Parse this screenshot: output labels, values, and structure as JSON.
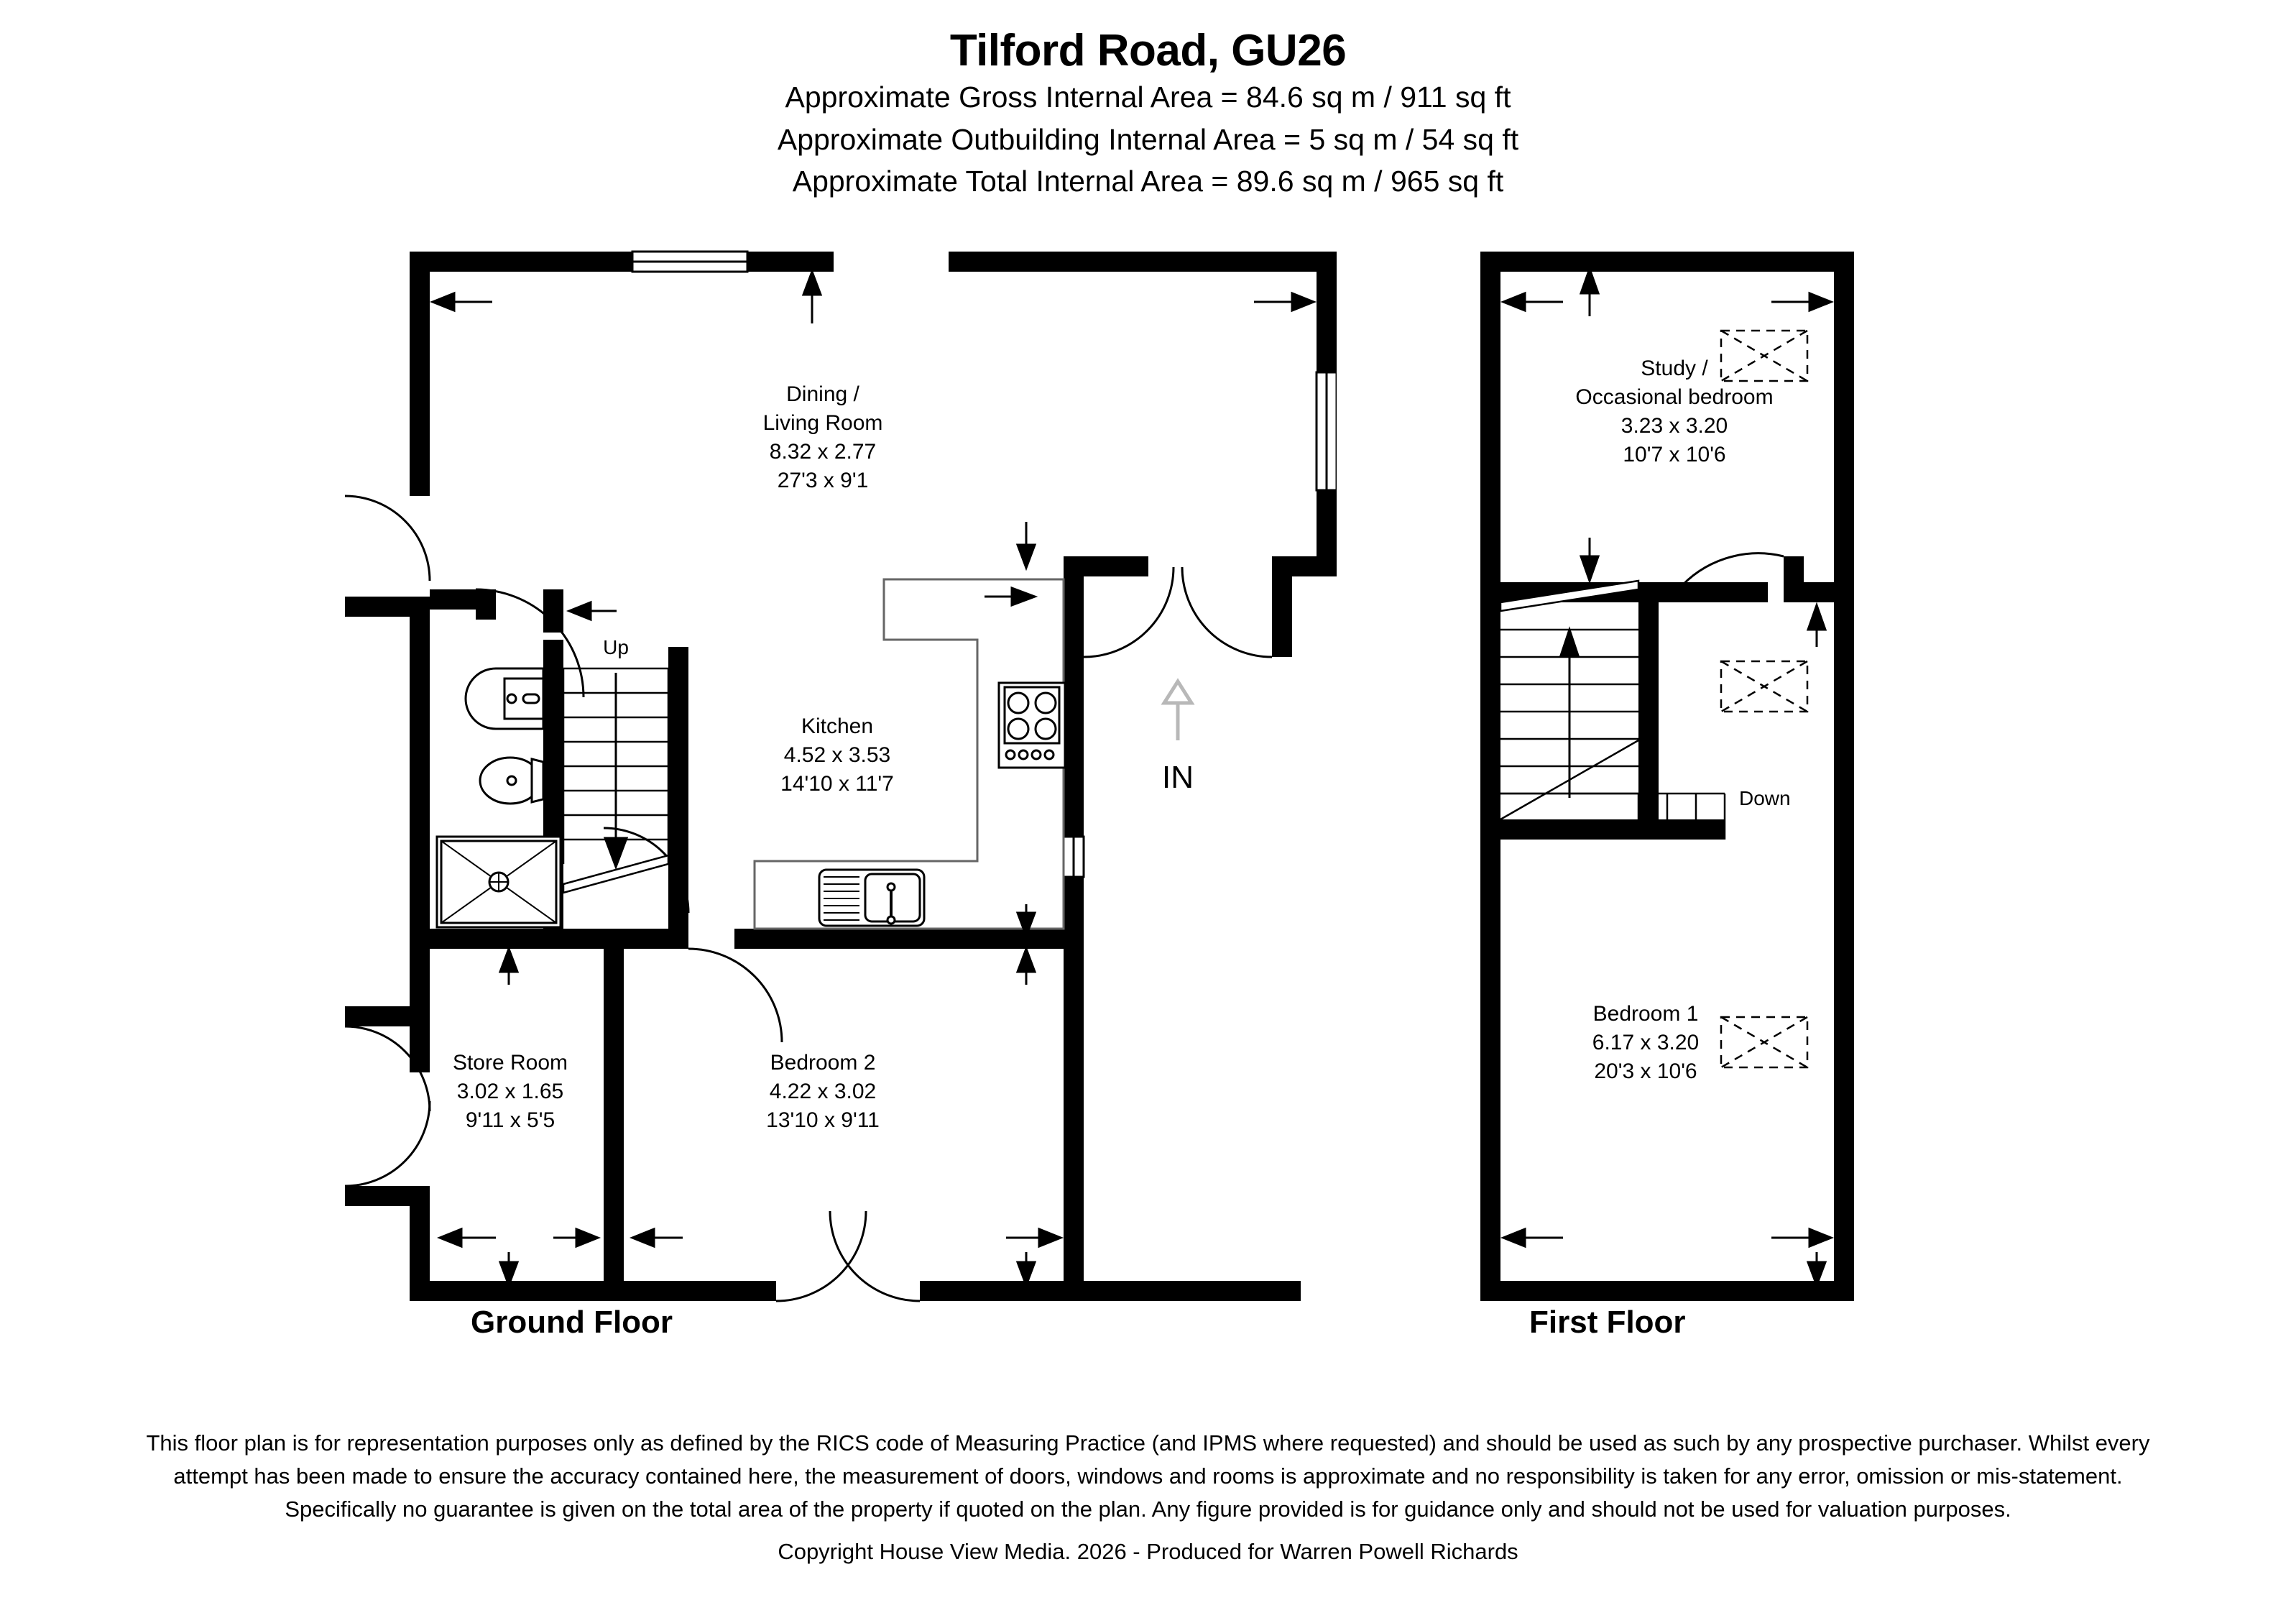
{
  "header": {
    "title": "Tilford Road, GU26",
    "areas": [
      "Approximate Gross Internal Area = 84.6 sq m / 911 sq ft",
      "Approximate Outbuilding Internal Area = 5 sq m / 54 sq ft",
      "Approximate Total Internal Area = 89.6 sq m / 965 sq ft"
    ]
  },
  "floors": [
    {
      "caption": "Ground Floor",
      "rooms": [
        {
          "name": "Dining /",
          "name2": "Living Room",
          "metric": "8.32 x 2.77",
          "imperial": "27'3 x 9'1"
        },
        {
          "name": "Kitchen",
          "name2": "",
          "metric": "4.52 x 3.53",
          "imperial": "14'10 x 11'7"
        },
        {
          "name": "Store Room",
          "name2": "",
          "metric": "3.02 x 1.65",
          "imperial": "9'11 x 5'5"
        },
        {
          "name": "Bedroom 2",
          "name2": "",
          "metric": "4.22 x 3.02",
          "imperial": "13'10 x 9'11"
        }
      ],
      "markers": {
        "stairs": "Up",
        "entrance": "IN"
      }
    },
    {
      "caption": "First Floor",
      "rooms": [
        {
          "name": "Study /",
          "name2": "Occasional bedroom",
          "metric": "3.23 x 3.20",
          "imperial": "10'7 x 10'6"
        },
        {
          "name": "Bedroom 1",
          "name2": "",
          "metric": "6.17 x 3.20",
          "imperial": "20'3 x 10'6"
        }
      ],
      "markers": {
        "stairs": "Down"
      }
    }
  ],
  "footer": {
    "disclaimer": "This floor plan is for representation purposes only as defined by the RICS code of Measuring Practice (and IPMS where requested) and should be used as such by any prospective purchaser. Whilst every attempt has been made to ensure the accuracy contained here, the measurement of doors, windows and rooms is approximate and no responsibility is taken for any error, omission or mis-statement. Specifically no guarantee is given on the total area of the property if quoted on the plan. Any figure provided is for guidance only and should not be used for valuation purposes.",
    "copyright": "Copyright House View Media. 2026 - Produced for Warren Powell Richards"
  },
  "colors": {
    "wall": "#000000",
    "background": "#ffffff",
    "fixture_line": "#000000",
    "entrance_arrow": "#b8b8b8"
  }
}
